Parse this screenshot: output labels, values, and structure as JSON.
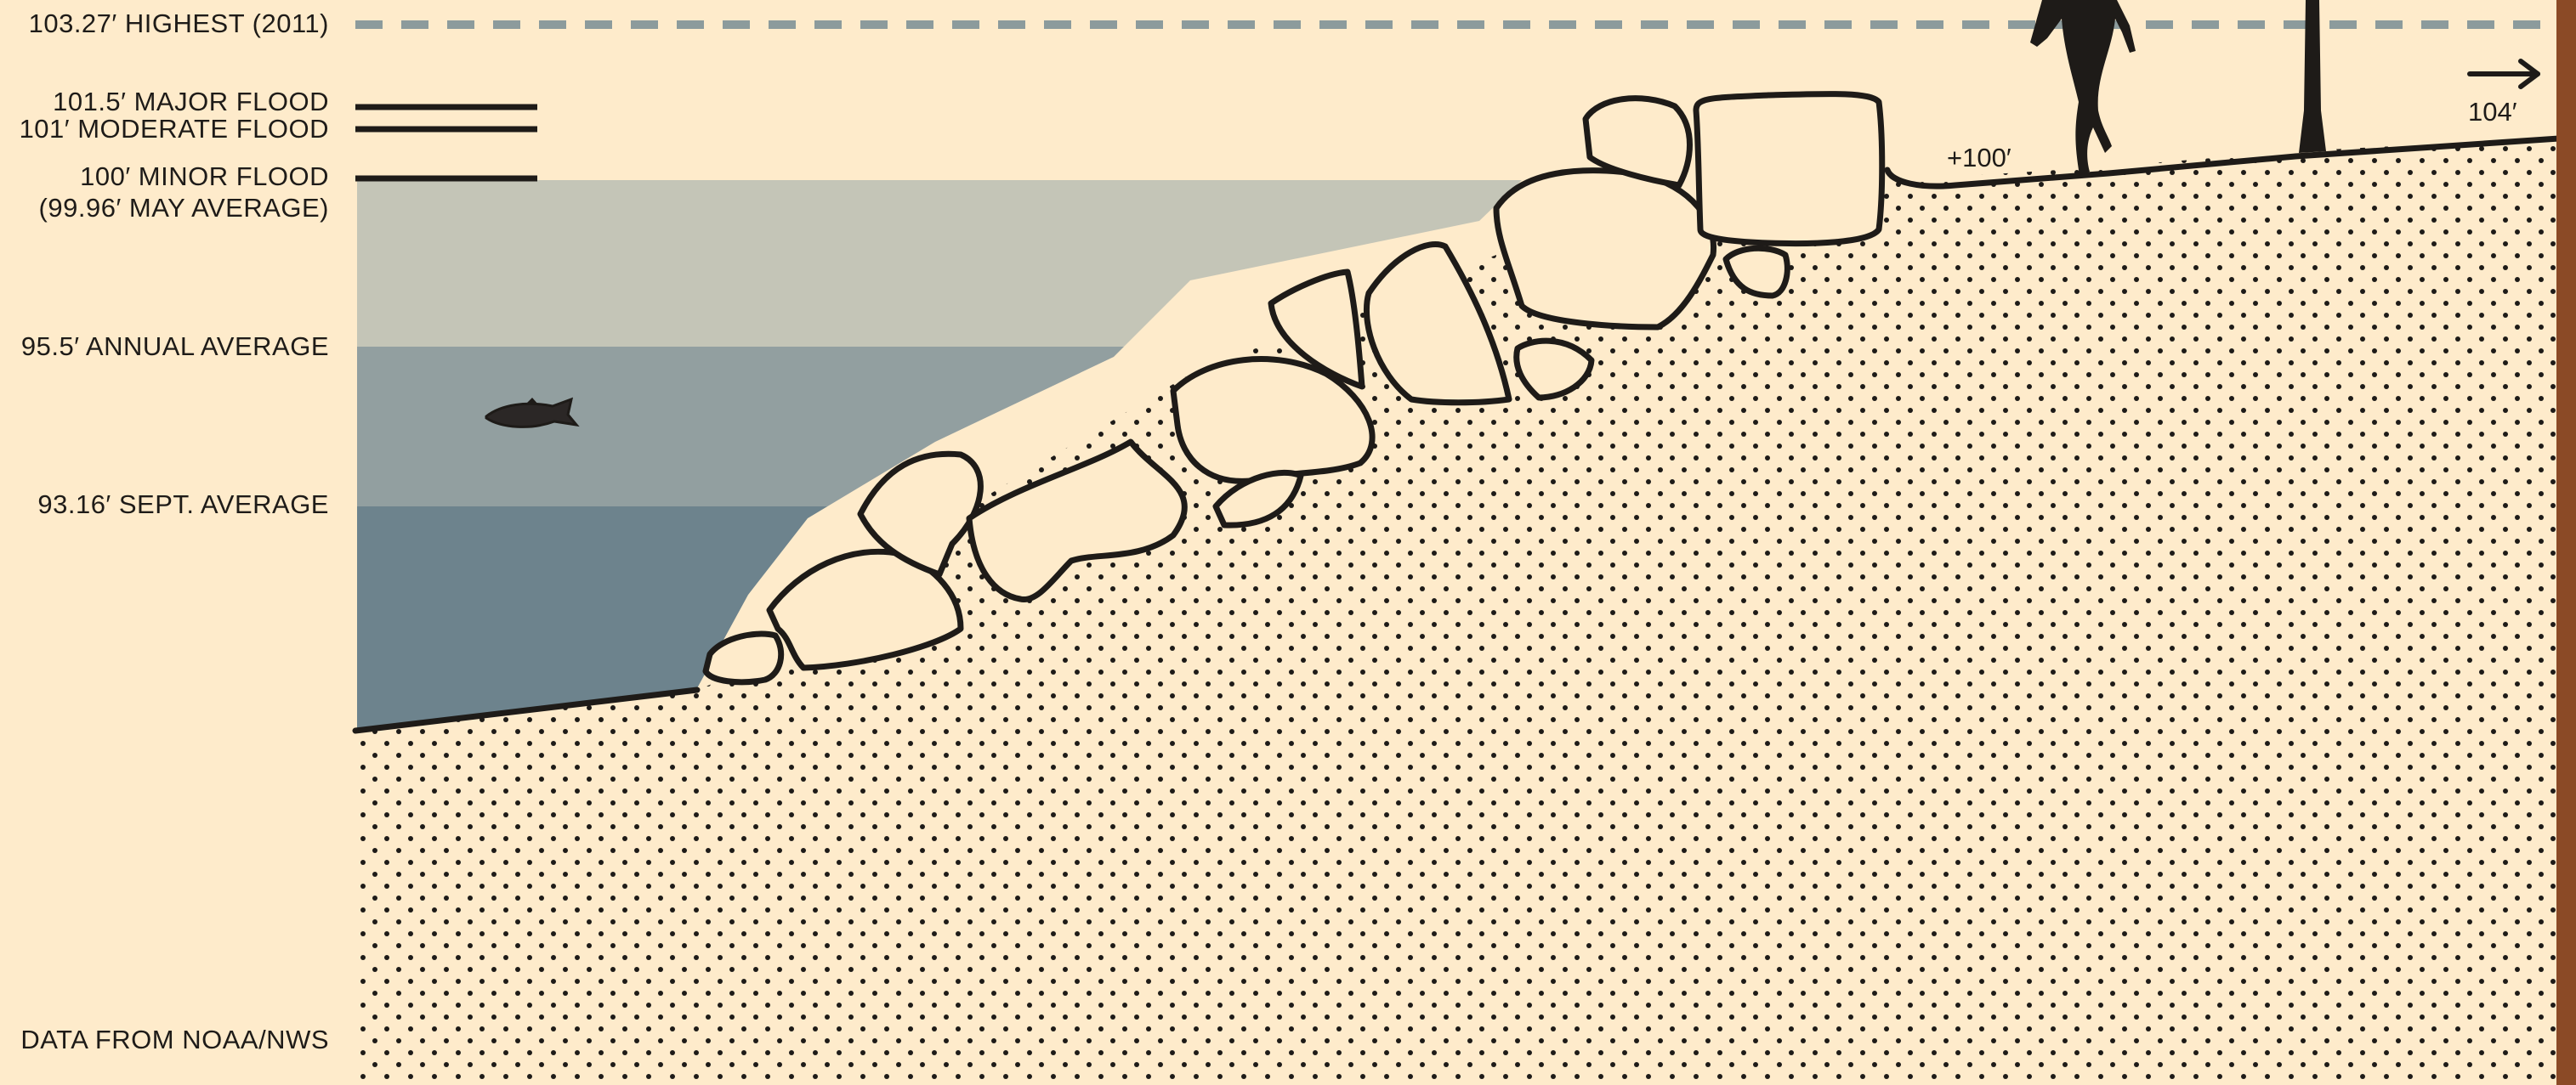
{
  "levels": {
    "highest": "103.27′ HIGHEST (2011)",
    "major": "101.5′ MAJOR FLOOD",
    "moderate": "101′ MODERATE FLOOD",
    "minor": "100′ MINOR FLOOD",
    "may_average": "(99.96′ MAY AVERAGE)",
    "annual_average": "95.5′ ANNUAL AVERAGE",
    "sept_average": "93.16′ SEPT. AVERAGE"
  },
  "shore": {
    "plus100": "+100′",
    "distance": "104′"
  },
  "source": "DATA FROM NOAA/NWS",
  "colors": {
    "background": "#feebcb",
    "water_high": "#c4c5b7",
    "water_mid": "#929fa0",
    "water_low": "#6d838d",
    "ink": "#1e1b18",
    "dashed_line": "#8c9b9c",
    "edge_bar": "#8b4a26"
  },
  "icons": [
    "fish-icon",
    "person-icon",
    "pole-icon",
    "arrow-right-icon"
  ]
}
